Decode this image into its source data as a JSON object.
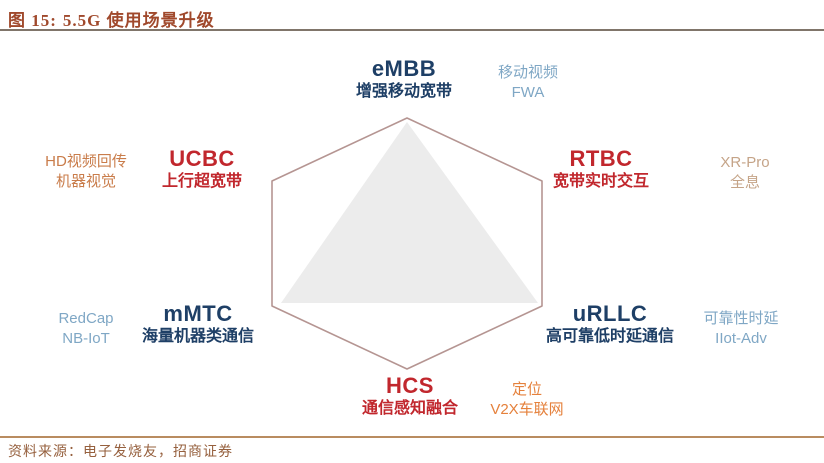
{
  "header": {
    "figure_label": "图 15:",
    "title": "5.5G 使用场景升级"
  },
  "footer": {
    "source_label": "资料来源：",
    "source_text": "电子发烧友，招商证券"
  },
  "colors": {
    "title": "#a0492c",
    "rule_top": "#80756a",
    "rule_bottom": "#b98c60",
    "footer_text": "#96603e",
    "node_blue": "#1e3f66",
    "node_red": "#c1272d",
    "ann_steel_blue": "#7fa7c5",
    "ann_orange_brown": "#c97c4a",
    "ann_tan": "#c5a488",
    "ann_orange": "#e5813c",
    "hexagon_stroke": "#b59592",
    "triangle_fill": "#ececec"
  },
  "diagram": {
    "shape": "hexagon with inner triangle",
    "nodes": [
      {
        "id": "embb",
        "abbr": "eMBB",
        "label": "增强移动宽带"
      },
      {
        "id": "ucbc",
        "abbr": "UCBC",
        "label": "上行超宽带"
      },
      {
        "id": "rtbc",
        "abbr": "RTBC",
        "label": "宽带实时交互"
      },
      {
        "id": "mmtc",
        "abbr": "mMTC",
        "label": "海量机器类通信"
      },
      {
        "id": "urllc",
        "abbr": "uRLLC",
        "label": "高可靠低时延通信"
      },
      {
        "id": "hcs",
        "abbr": "HCS",
        "label": "通信感知融合"
      }
    ],
    "annotations": [
      {
        "for": "embb",
        "lines": [
          "移动视频",
          "FWA"
        ]
      },
      {
        "for": "ucbc",
        "lines": [
          "HD视频回传",
          "机器视觉"
        ]
      },
      {
        "for": "rtbc",
        "lines": [
          "XR-Pro",
          "全息"
        ]
      },
      {
        "for": "mmtc",
        "lines": [
          "RedCap",
          "NB-IoT"
        ]
      },
      {
        "for": "urllc",
        "lines": [
          "可靠性时延",
          "IIot-Adv"
        ]
      },
      {
        "for": "hcs",
        "lines": [
          "定位",
          "V2X车联网"
        ]
      }
    ]
  }
}
